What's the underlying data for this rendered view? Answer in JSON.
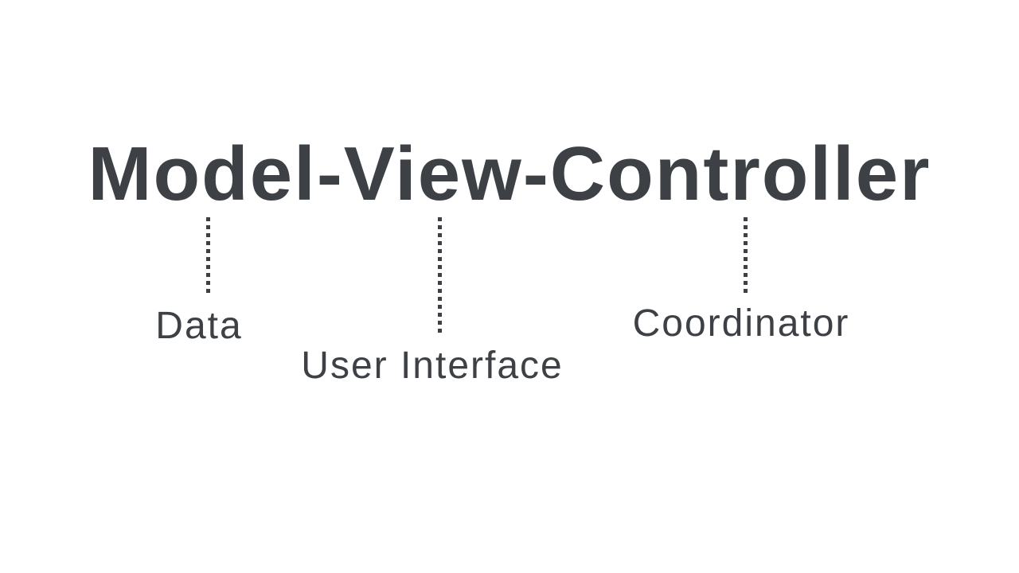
{
  "slide": {
    "title": "Model-View-Controller",
    "annotations": [
      {
        "term": "Model",
        "label": "Data"
      },
      {
        "term": "View",
        "label": "User Interface"
      },
      {
        "term": "Controller",
        "label": "Coordinator"
      }
    ]
  },
  "colors": {
    "background": "#ffffff",
    "ink": "#3d4145"
  }
}
